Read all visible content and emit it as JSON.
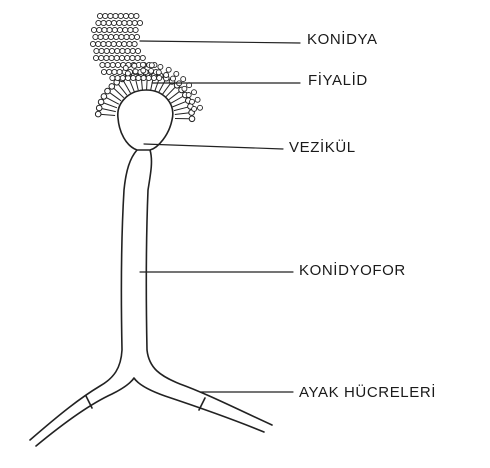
{
  "diagram": {
    "labels": {
      "konidya": "KONİDYA",
      "fiyalid": "FİYALİD",
      "vezikul": "VEZİKÜL",
      "konidyofor": "KONİDYOFOR",
      "ayak_hucreleri": "AYAK HÜCRELERİ"
    },
    "colors": {
      "ink": "#222222",
      "background": "#ffffff"
    }
  }
}
